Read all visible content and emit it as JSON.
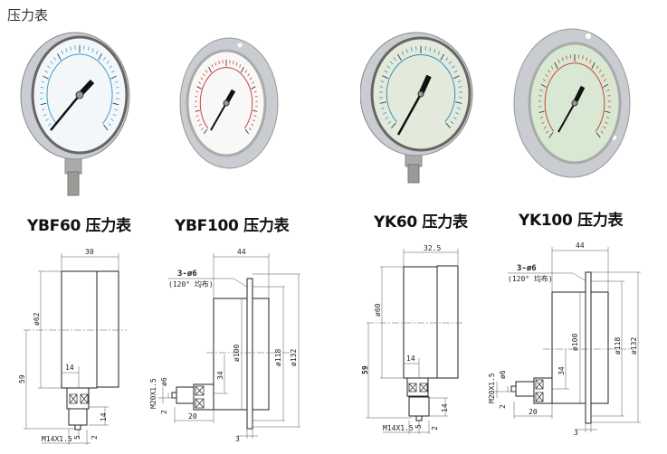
{
  "page_title": "压力表",
  "colors": {
    "ybf60_face": "#f4f7fa",
    "ybf60_scale": "#3a9fd0",
    "ybf100_face": "#f8f8f6",
    "ybf100_scale": "#d04040",
    "yk60_face": "#e3eadb",
    "yk60_scale": "#2c8fc0",
    "yk100_face": "#d9e8d2",
    "yk100_scale": "#c84a3a",
    "steel": "#c9ccd0"
  },
  "products": [
    {
      "model": "YBF60",
      "label": "YBF60 压力表"
    },
    {
      "model": "YBF100",
      "label": "YBF100 压力表"
    },
    {
      "model": "YK60",
      "label": "YK60 压力表"
    },
    {
      "model": "YK100",
      "label": "YK100 压力表"
    }
  ],
  "drawings": {
    "ybf60": {
      "depth": "30",
      "dia": "ø62",
      "height": "59",
      "offset": "14",
      "thread_len": "14",
      "gap": "2",
      "tip": "5",
      "thread": "M14X1.5"
    },
    "ybf100": {
      "depth": "44",
      "holes": "3-ø6",
      "holes_note": "(120° 均布)",
      "dia_body": "ø100",
      "dia_holes": "ø118",
      "dia_flange": "ø132",
      "offset": "34",
      "pin": "ø6",
      "thread": "M20X1.5",
      "gap": "2",
      "length": "20",
      "flange_t": "3"
    },
    "yk60": {
      "depth": "32.5",
      "dia": "ø60",
      "height": "59",
      "offset": "14",
      "thread_len": "14",
      "gap": "2",
      "tip": "5",
      "thread": "M14X1.5"
    },
    "yk100": {
      "depth": "44",
      "holes": "3-ø6",
      "holes_note": "(120° 均布)",
      "dia_body": "ø100",
      "dia_holes": "ø118",
      "dia_flange": "ø132",
      "offset": "34",
      "pin": "ø6",
      "thread": "M20X1.5",
      "gap": "2",
      "length": "20",
      "flange_t": "3"
    }
  }
}
